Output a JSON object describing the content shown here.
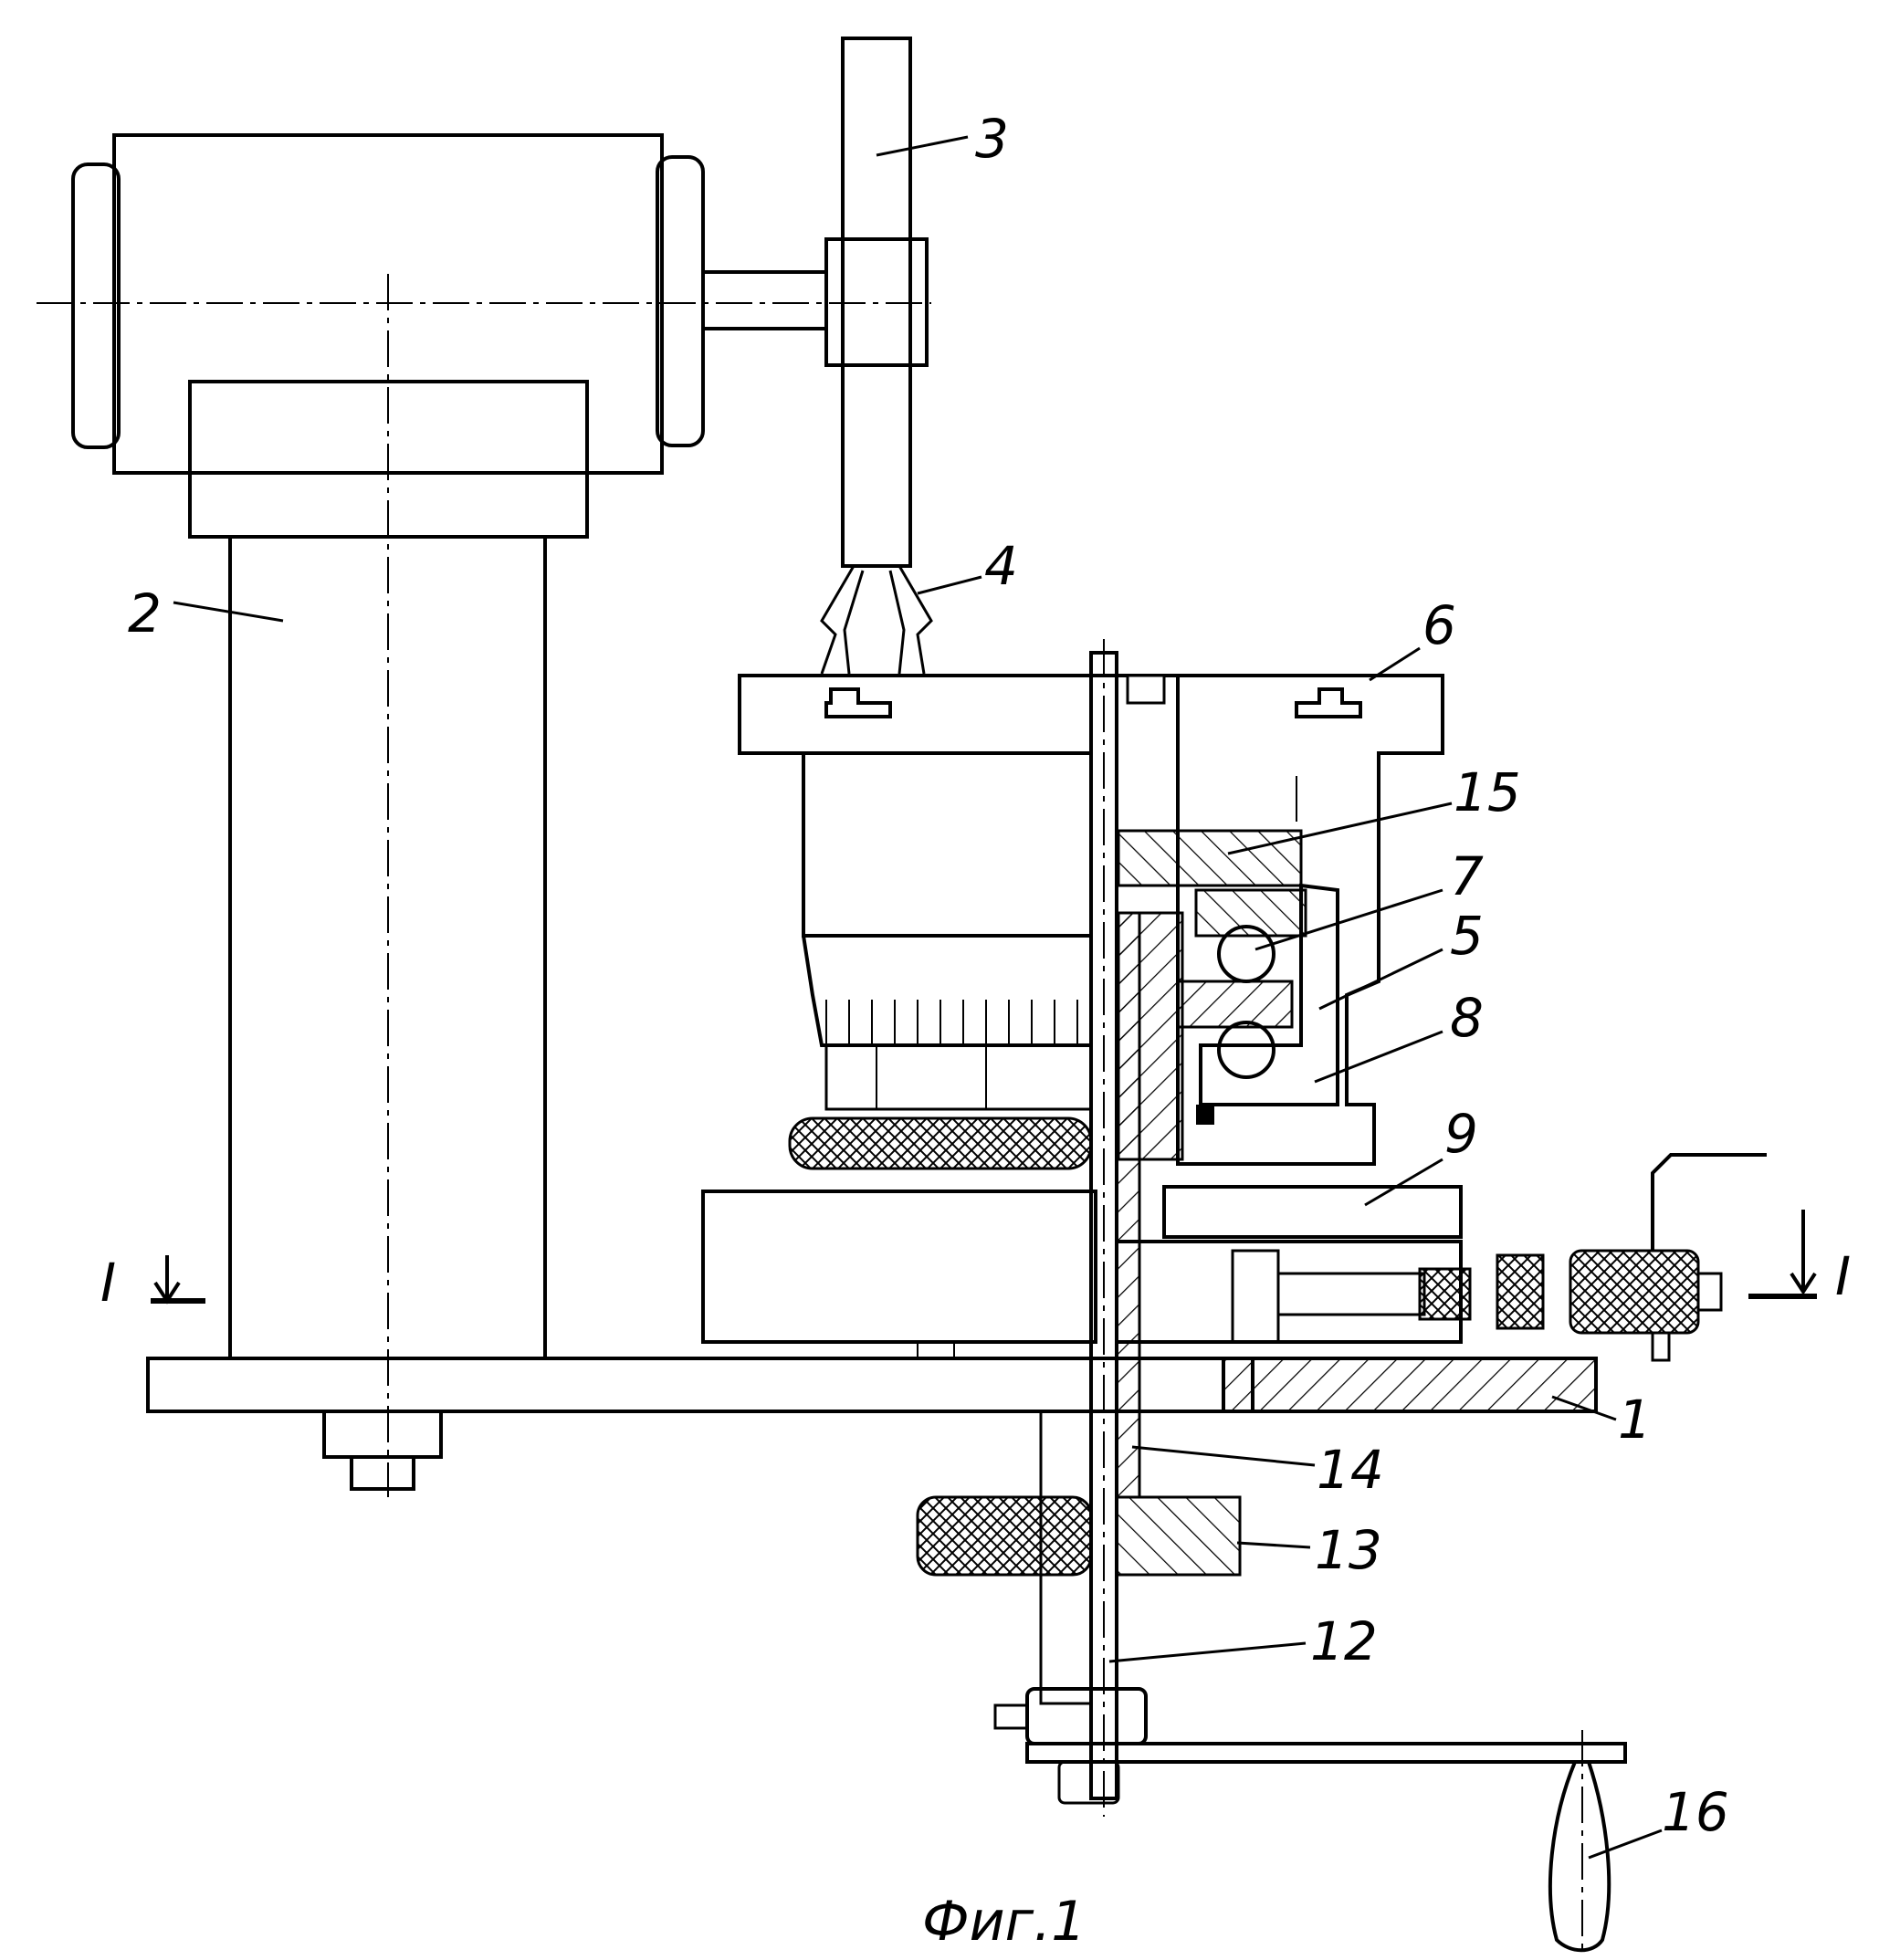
{
  "figure": {
    "caption": "Фиг.1",
    "part_labels": [
      "1",
      "2",
      "3",
      "4",
      "5",
      "6",
      "7",
      "8",
      "9",
      "12",
      "13",
      "14",
      "15",
      "16"
    ],
    "section_mark": "I"
  }
}
